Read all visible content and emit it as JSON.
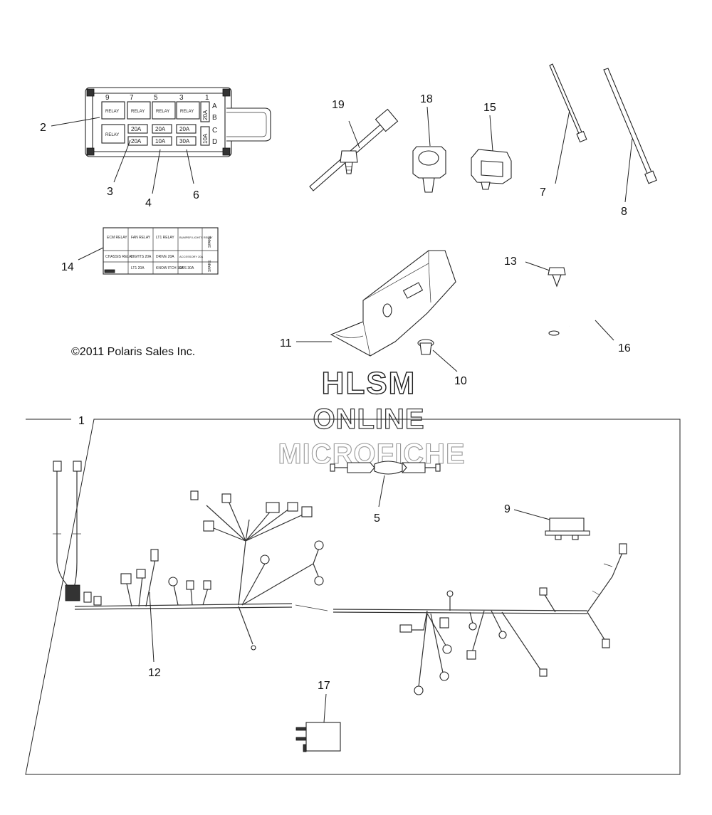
{
  "copyright": "©2011 Polaris Sales Inc.",
  "watermark": {
    "line1": "HLSM",
    "line2": "ONLINE",
    "line3": "MICROFICHE"
  },
  "callouts": {
    "c1": "1",
    "c2": "2",
    "c3": "3",
    "c4": "4",
    "c5": "5",
    "c6": "6",
    "c7": "7",
    "c8": "8",
    "c9": "9",
    "c10": "10",
    "c11": "11",
    "c12": "12",
    "c13": "13",
    "c14": "14",
    "c15": "15",
    "c16": "16",
    "c17": "17",
    "c18": "18",
    "c19": "19"
  },
  "fuse_box": {
    "slot_numbers": [
      "9",
      "7",
      "5",
      "3",
      "1"
    ],
    "side_letters": [
      "A",
      "B",
      "C",
      "D"
    ],
    "relays": [
      "RELAY",
      "RELAY",
      "RELAY",
      "RELAY",
      "RELAY"
    ],
    "fuses_row1": [
      "20A",
      "20A",
      "20A"
    ],
    "fuses_row2": [
      "20A",
      "10A",
      "30A"
    ],
    "side_fuses": [
      "20A",
      "10A"
    ]
  },
  "fuse_label": {
    "top_row": [
      "ECM RELAY",
      "FAN RELAY",
      "LT1 RELAY",
      "BUMPER LIGHTS RELAY",
      "SPARE"
    ],
    "bottom_row": [
      "CHASSIS RELAY",
      "LIGHTS 20A",
      "DRIVE 20A",
      "ACCESSORY 20A",
      "SPARE"
    ],
    "bottom_row2": [
      "",
      "LT1 20A",
      "KNOW ITCH 10A",
      "EPS 30A",
      ""
    ]
  }
}
